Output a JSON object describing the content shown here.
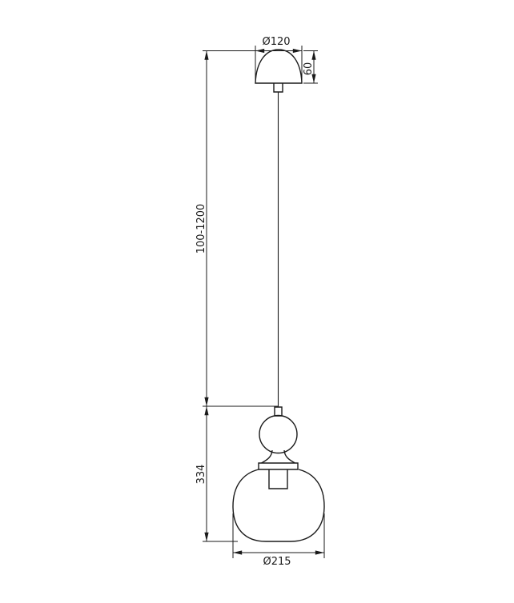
{
  "canvas": {
    "background": "#ffffff",
    "line_color": "#1a1a1a"
  },
  "dimensions": {
    "canopy_diameter": "Ø120",
    "canopy_height": "60",
    "suspension_length": "100-1200",
    "lamp_height": "334",
    "shade_diameter": "Ø215"
  }
}
